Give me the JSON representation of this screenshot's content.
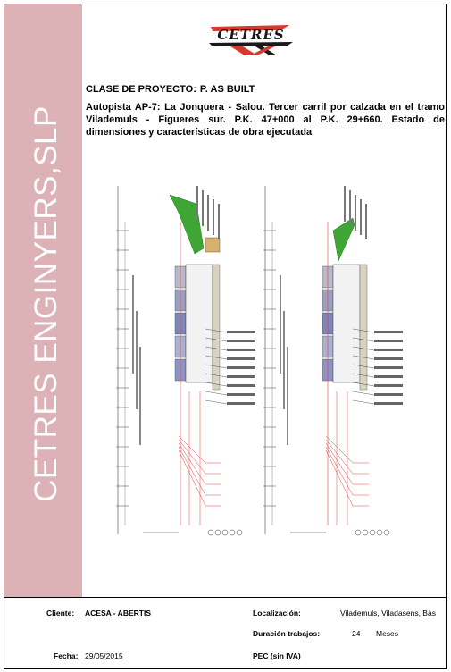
{
  "sidebar": {
    "text": "CETRES ENGINYERS,SLP"
  },
  "logo": {
    "text": "CETRES"
  },
  "header": {
    "project_class_label": "CLASE DE PROYECTO:",
    "project_class_value": "P. AS BUILT"
  },
  "description": "Autopista AP-7: La Jonquera - Salou. Tercer carril por calzada en el tramo Vilademuls - Figueres sur. P.K. 47+000 al P.K. 29+660. Estado de dimensiones y características de obra ejecutada",
  "footer": {
    "client_label": "Cliente:",
    "client_value": "ACESA - ABERTIS",
    "location_label": "Localización:",
    "location_value": "Vilademuls, Viladasens, Bàs",
    "duration_label": "Duración trabajos:",
    "duration_value": "24",
    "duration_unit": "Meses",
    "date_label": "Fecha:",
    "date_value": "29/05/2015",
    "pec_label": "PEC (sin IVA)"
  },
  "colors": {
    "sidebar_bg": "#dcb2b7",
    "sidebar_text": "#ffffff",
    "logo_red": "#d63a2e",
    "drawing_green": "#3fa535",
    "drawing_red": "#e04040"
  }
}
